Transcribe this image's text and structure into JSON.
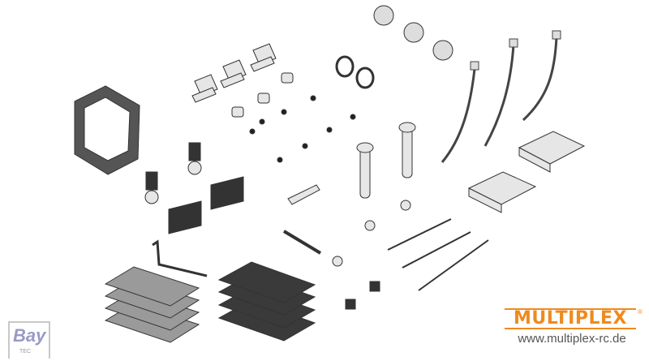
{
  "brand": {
    "name": "MULTIPLEX",
    "registered": "®",
    "url": "www.multiplex-rc.de",
    "color": "#ef8a1e"
  },
  "watermark": {
    "name": "Bay",
    "sub": "TEC"
  },
  "colors": {
    "part_fill": "#e6e6e6",
    "part_stroke": "#333333",
    "dark_sheet": "#3a3a3a",
    "light_sheet": "#9a9a9a"
  }
}
